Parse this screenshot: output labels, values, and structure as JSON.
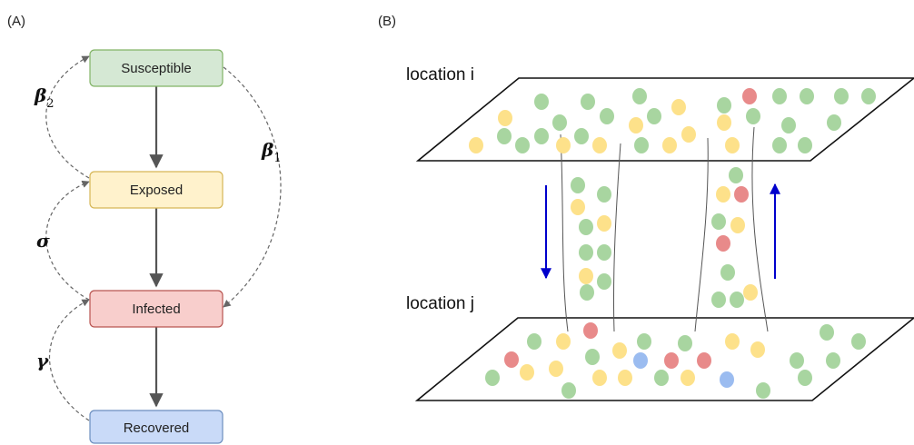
{
  "panel_a": {
    "label": "(A)",
    "states": [
      {
        "id": "susceptible",
        "label": "Susceptible",
        "fill": "#d5e8d4"
      },
      {
        "id": "exposed",
        "label": "Exposed",
        "fill": "#fff2cc"
      },
      {
        "id": "infected",
        "label": "Infected",
        "fill": "#f8cecc"
      },
      {
        "id": "recovered",
        "label": "Recovered",
        "fill": "#c9daf8"
      }
    ],
    "rates": {
      "beta2": {
        "symbol": "β",
        "sub": "2"
      },
      "beta1": {
        "symbol": "β",
        "sub": "1"
      },
      "sigma": {
        "symbol": "σ"
      },
      "gamma": {
        "symbol": "γ"
      }
    }
  },
  "panel_b": {
    "label": "(B)",
    "location_top": "location i",
    "location_bottom": "location j",
    "arrow_color": "#0000cc",
    "dot_colors": {
      "green": "#a8d5a0",
      "yellow": "#fde18a",
      "red": "#e88a8a",
      "blue": "#9bbcf0"
    }
  }
}
